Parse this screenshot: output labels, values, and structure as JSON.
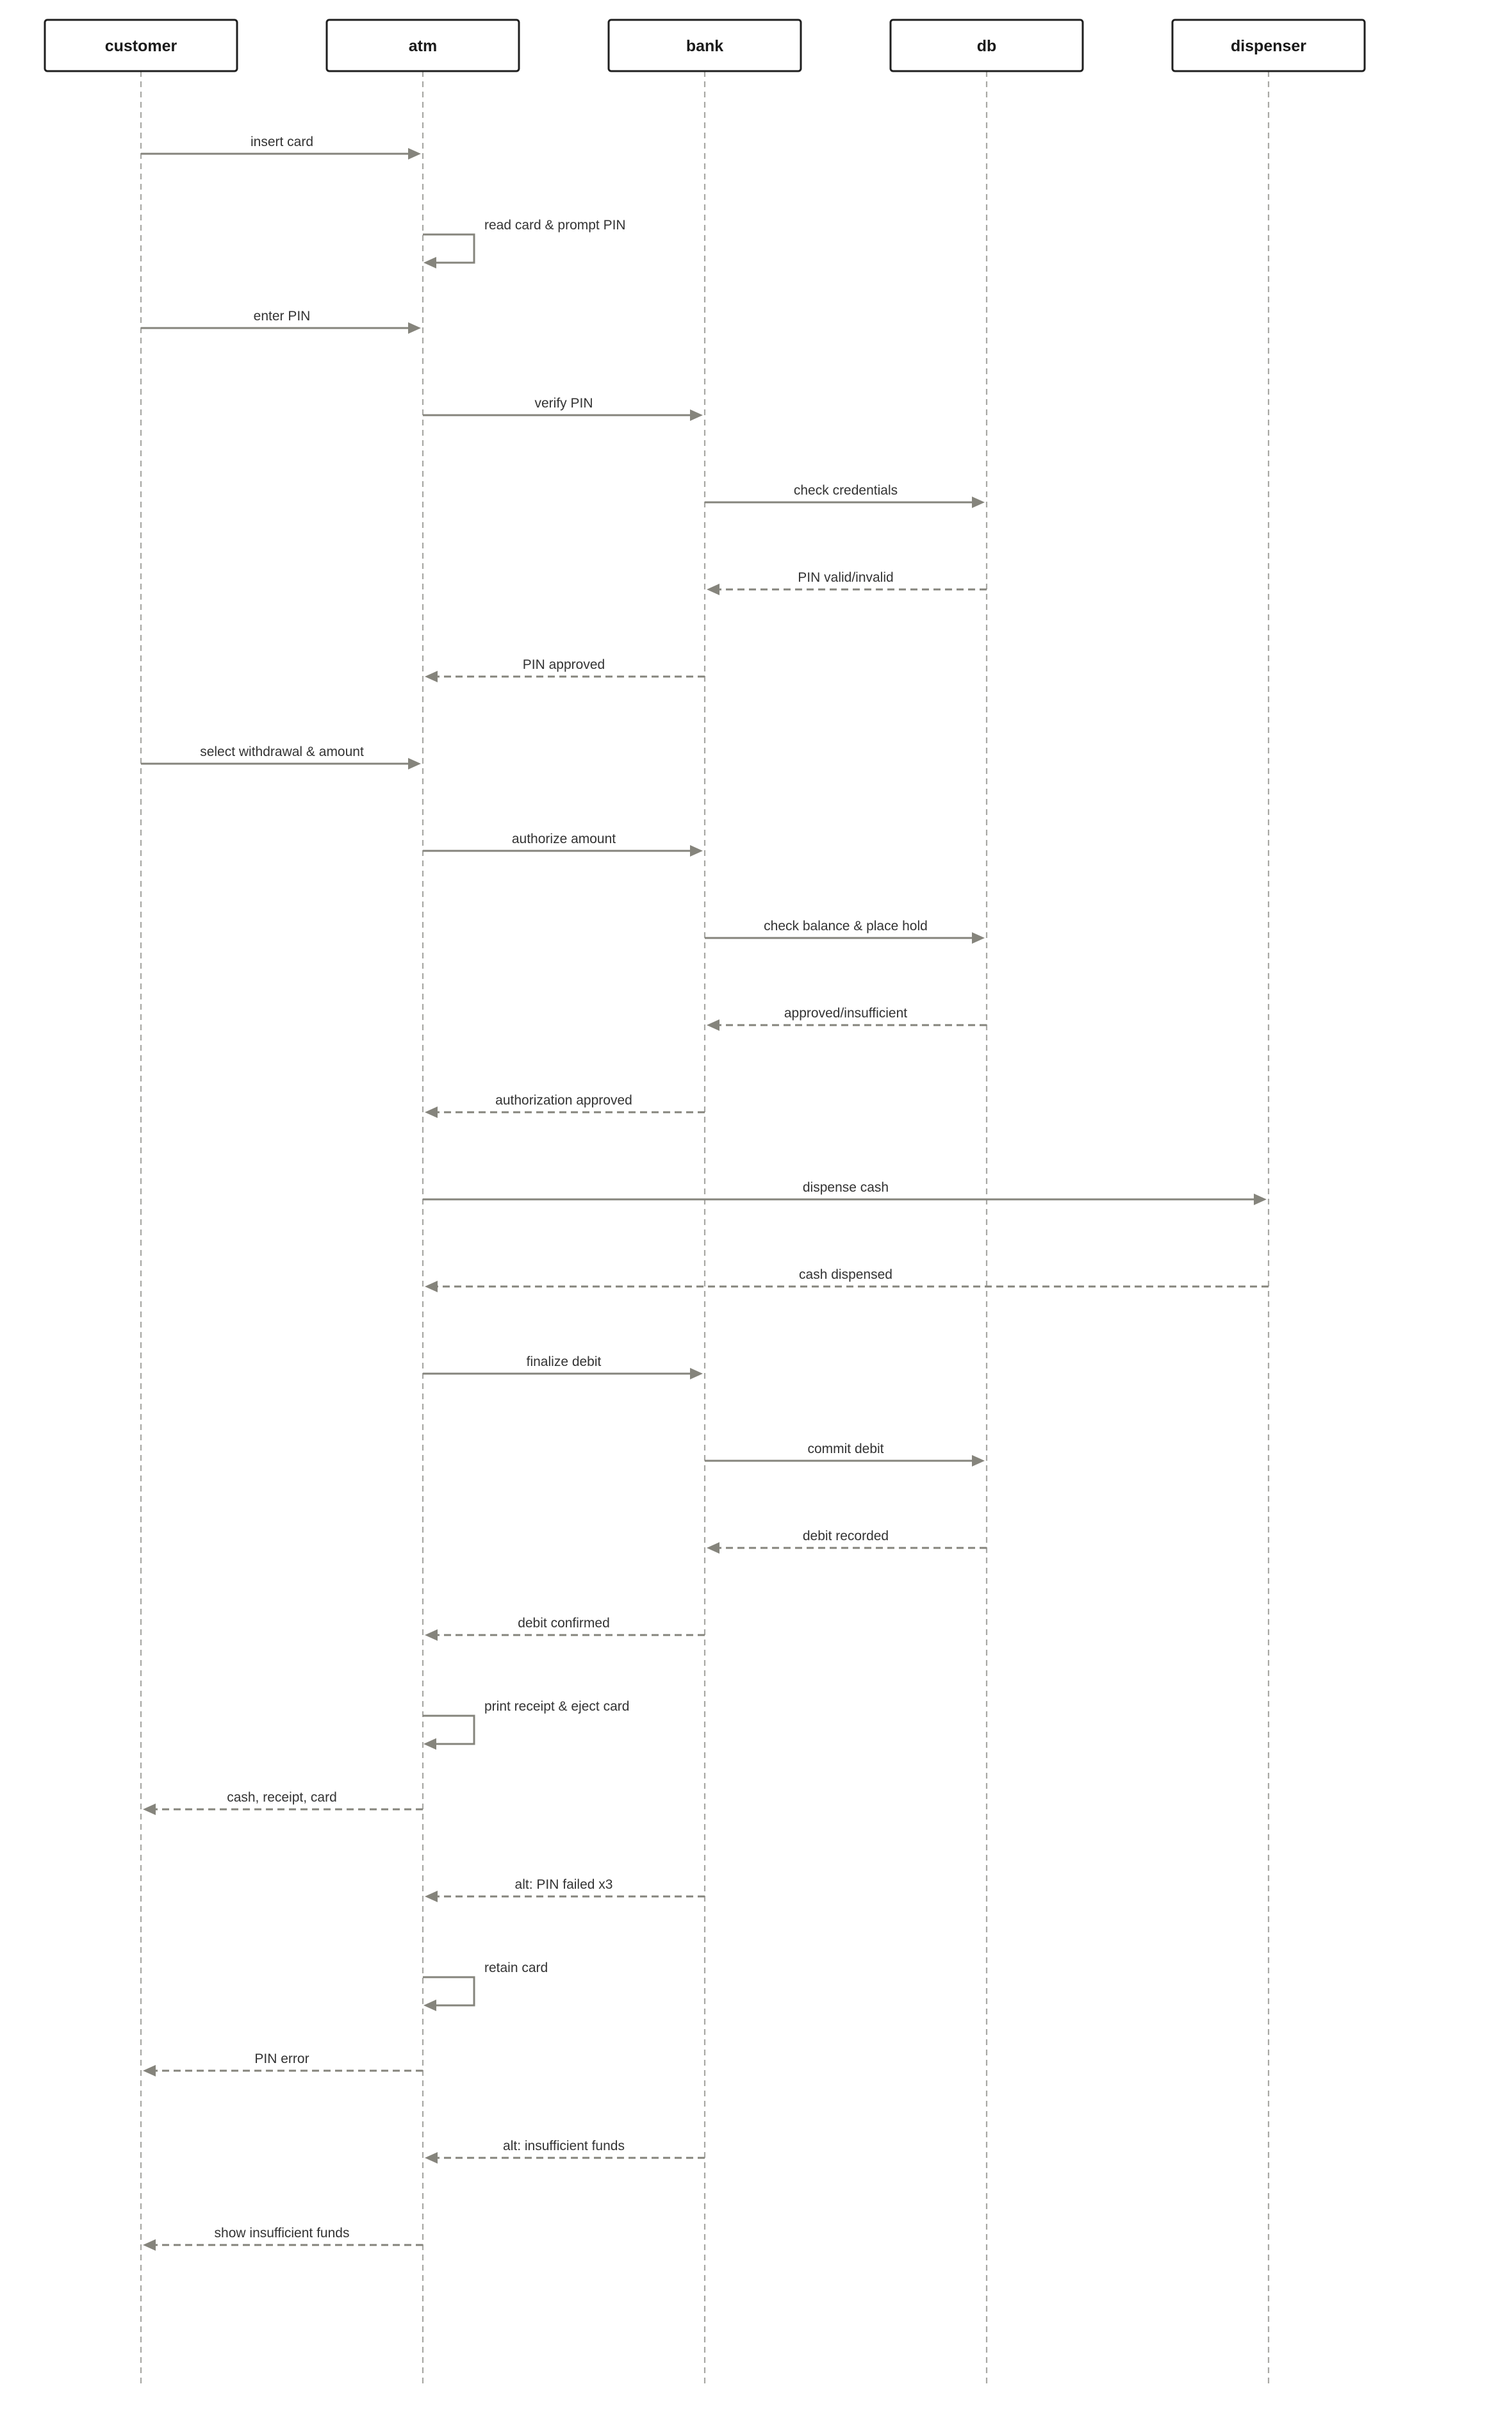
{
  "diagram": {
    "type": "sequence",
    "colors": {
      "participant_border": "#1f1f1f",
      "lifeline": "#a8a8a4",
      "message": "#85847c",
      "text": "#333333"
    },
    "participants": [
      {
        "id": "customer",
        "label": "customer"
      },
      {
        "id": "atm",
        "label": "atm"
      },
      {
        "id": "bank",
        "label": "bank"
      },
      {
        "id": "db",
        "label": "db"
      },
      {
        "id": "dispenser",
        "label": "dispenser"
      }
    ],
    "messages": [
      {
        "from": "customer",
        "to": "atm",
        "label": "insert card",
        "style": "solid"
      },
      {
        "from": "atm",
        "to": "atm",
        "label": "read card & prompt PIN",
        "style": "solid"
      },
      {
        "from": "customer",
        "to": "atm",
        "label": "enter PIN",
        "style": "solid"
      },
      {
        "from": "atm",
        "to": "bank",
        "label": "verify PIN",
        "style": "solid"
      },
      {
        "from": "bank",
        "to": "db",
        "label": "check credentials",
        "style": "solid"
      },
      {
        "from": "db",
        "to": "bank",
        "label": "PIN valid/invalid",
        "style": "dashed"
      },
      {
        "from": "bank",
        "to": "atm",
        "label": "PIN approved",
        "style": "dashed"
      },
      {
        "from": "customer",
        "to": "atm",
        "label": "select withdrawal & amount",
        "style": "solid"
      },
      {
        "from": "atm",
        "to": "bank",
        "label": "authorize amount",
        "style": "solid"
      },
      {
        "from": "bank",
        "to": "db",
        "label": "check balance & place hold",
        "style": "solid"
      },
      {
        "from": "db",
        "to": "bank",
        "label": "approved/insufficient",
        "style": "dashed"
      },
      {
        "from": "bank",
        "to": "atm",
        "label": "authorization approved",
        "style": "dashed"
      },
      {
        "from": "atm",
        "to": "dispenser",
        "label": "dispense cash",
        "style": "solid"
      },
      {
        "from": "dispenser",
        "to": "atm",
        "label": "cash dispensed",
        "style": "dashed"
      },
      {
        "from": "atm",
        "to": "bank",
        "label": "finalize debit",
        "style": "solid"
      },
      {
        "from": "bank",
        "to": "db",
        "label": "commit debit",
        "style": "solid"
      },
      {
        "from": "db",
        "to": "bank",
        "label": "debit recorded",
        "style": "dashed"
      },
      {
        "from": "bank",
        "to": "atm",
        "label": "debit confirmed",
        "style": "dashed"
      },
      {
        "from": "atm",
        "to": "atm",
        "label": "print receipt & eject card",
        "style": "solid"
      },
      {
        "from": "atm",
        "to": "customer",
        "label": "cash, receipt, card",
        "style": "dashed"
      },
      {
        "from": "bank",
        "to": "atm",
        "label": "alt: PIN failed x3",
        "style": "dashed"
      },
      {
        "from": "atm",
        "to": "atm",
        "label": "retain card",
        "style": "solid"
      },
      {
        "from": "atm",
        "to": "customer",
        "label": "PIN error",
        "style": "dashed"
      },
      {
        "from": "bank",
        "to": "atm",
        "label": "alt: insufficient funds",
        "style": "dashed"
      },
      {
        "from": "atm",
        "to": "customer",
        "label": "show insufficient funds",
        "style": "dashed"
      }
    ]
  }
}
